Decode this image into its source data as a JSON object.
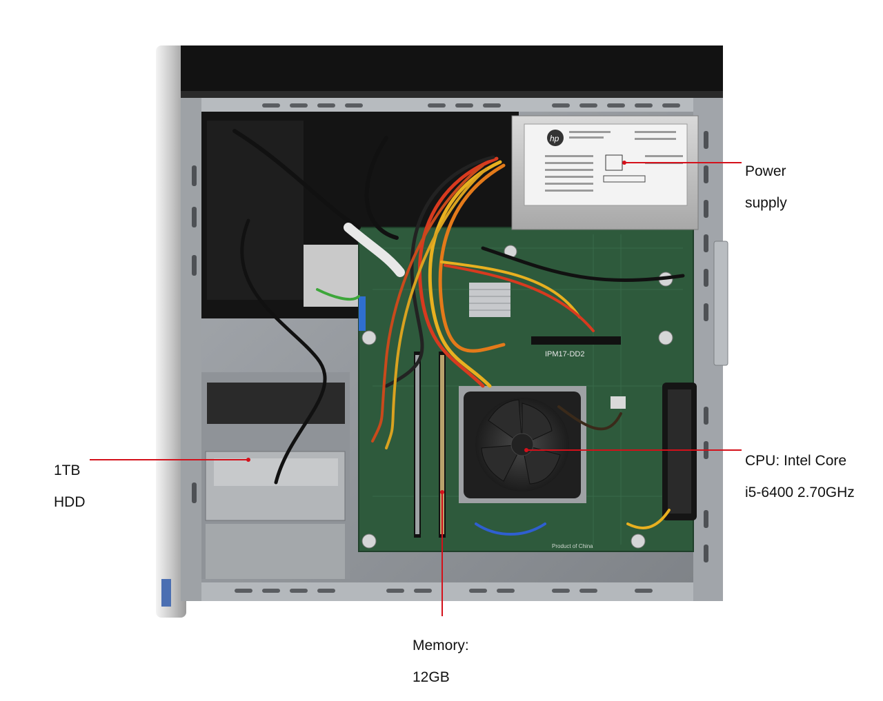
{
  "image": {
    "subject": "Open desktop tower PC side view",
    "colors": {
      "leader_line": "#d4101a",
      "chassis": "#8d9196",
      "motherboard": "#2e5a3c",
      "label_text": "#111111"
    }
  },
  "case_markings": {
    "psu_brand": "hp",
    "board_model": "IPM17-DD2",
    "board_origin": "Product of China"
  },
  "callouts": {
    "power_supply": {
      "line1": "Power",
      "line2": "supply"
    },
    "hdd": {
      "line1": "1TB",
      "line2": "HDD"
    },
    "cpu": {
      "line1": "CPU: Intel Core",
      "line2": "i5-6400 2.70GHz"
    },
    "memory": {
      "line1": "Memory:",
      "line2": "12GB"
    }
  }
}
